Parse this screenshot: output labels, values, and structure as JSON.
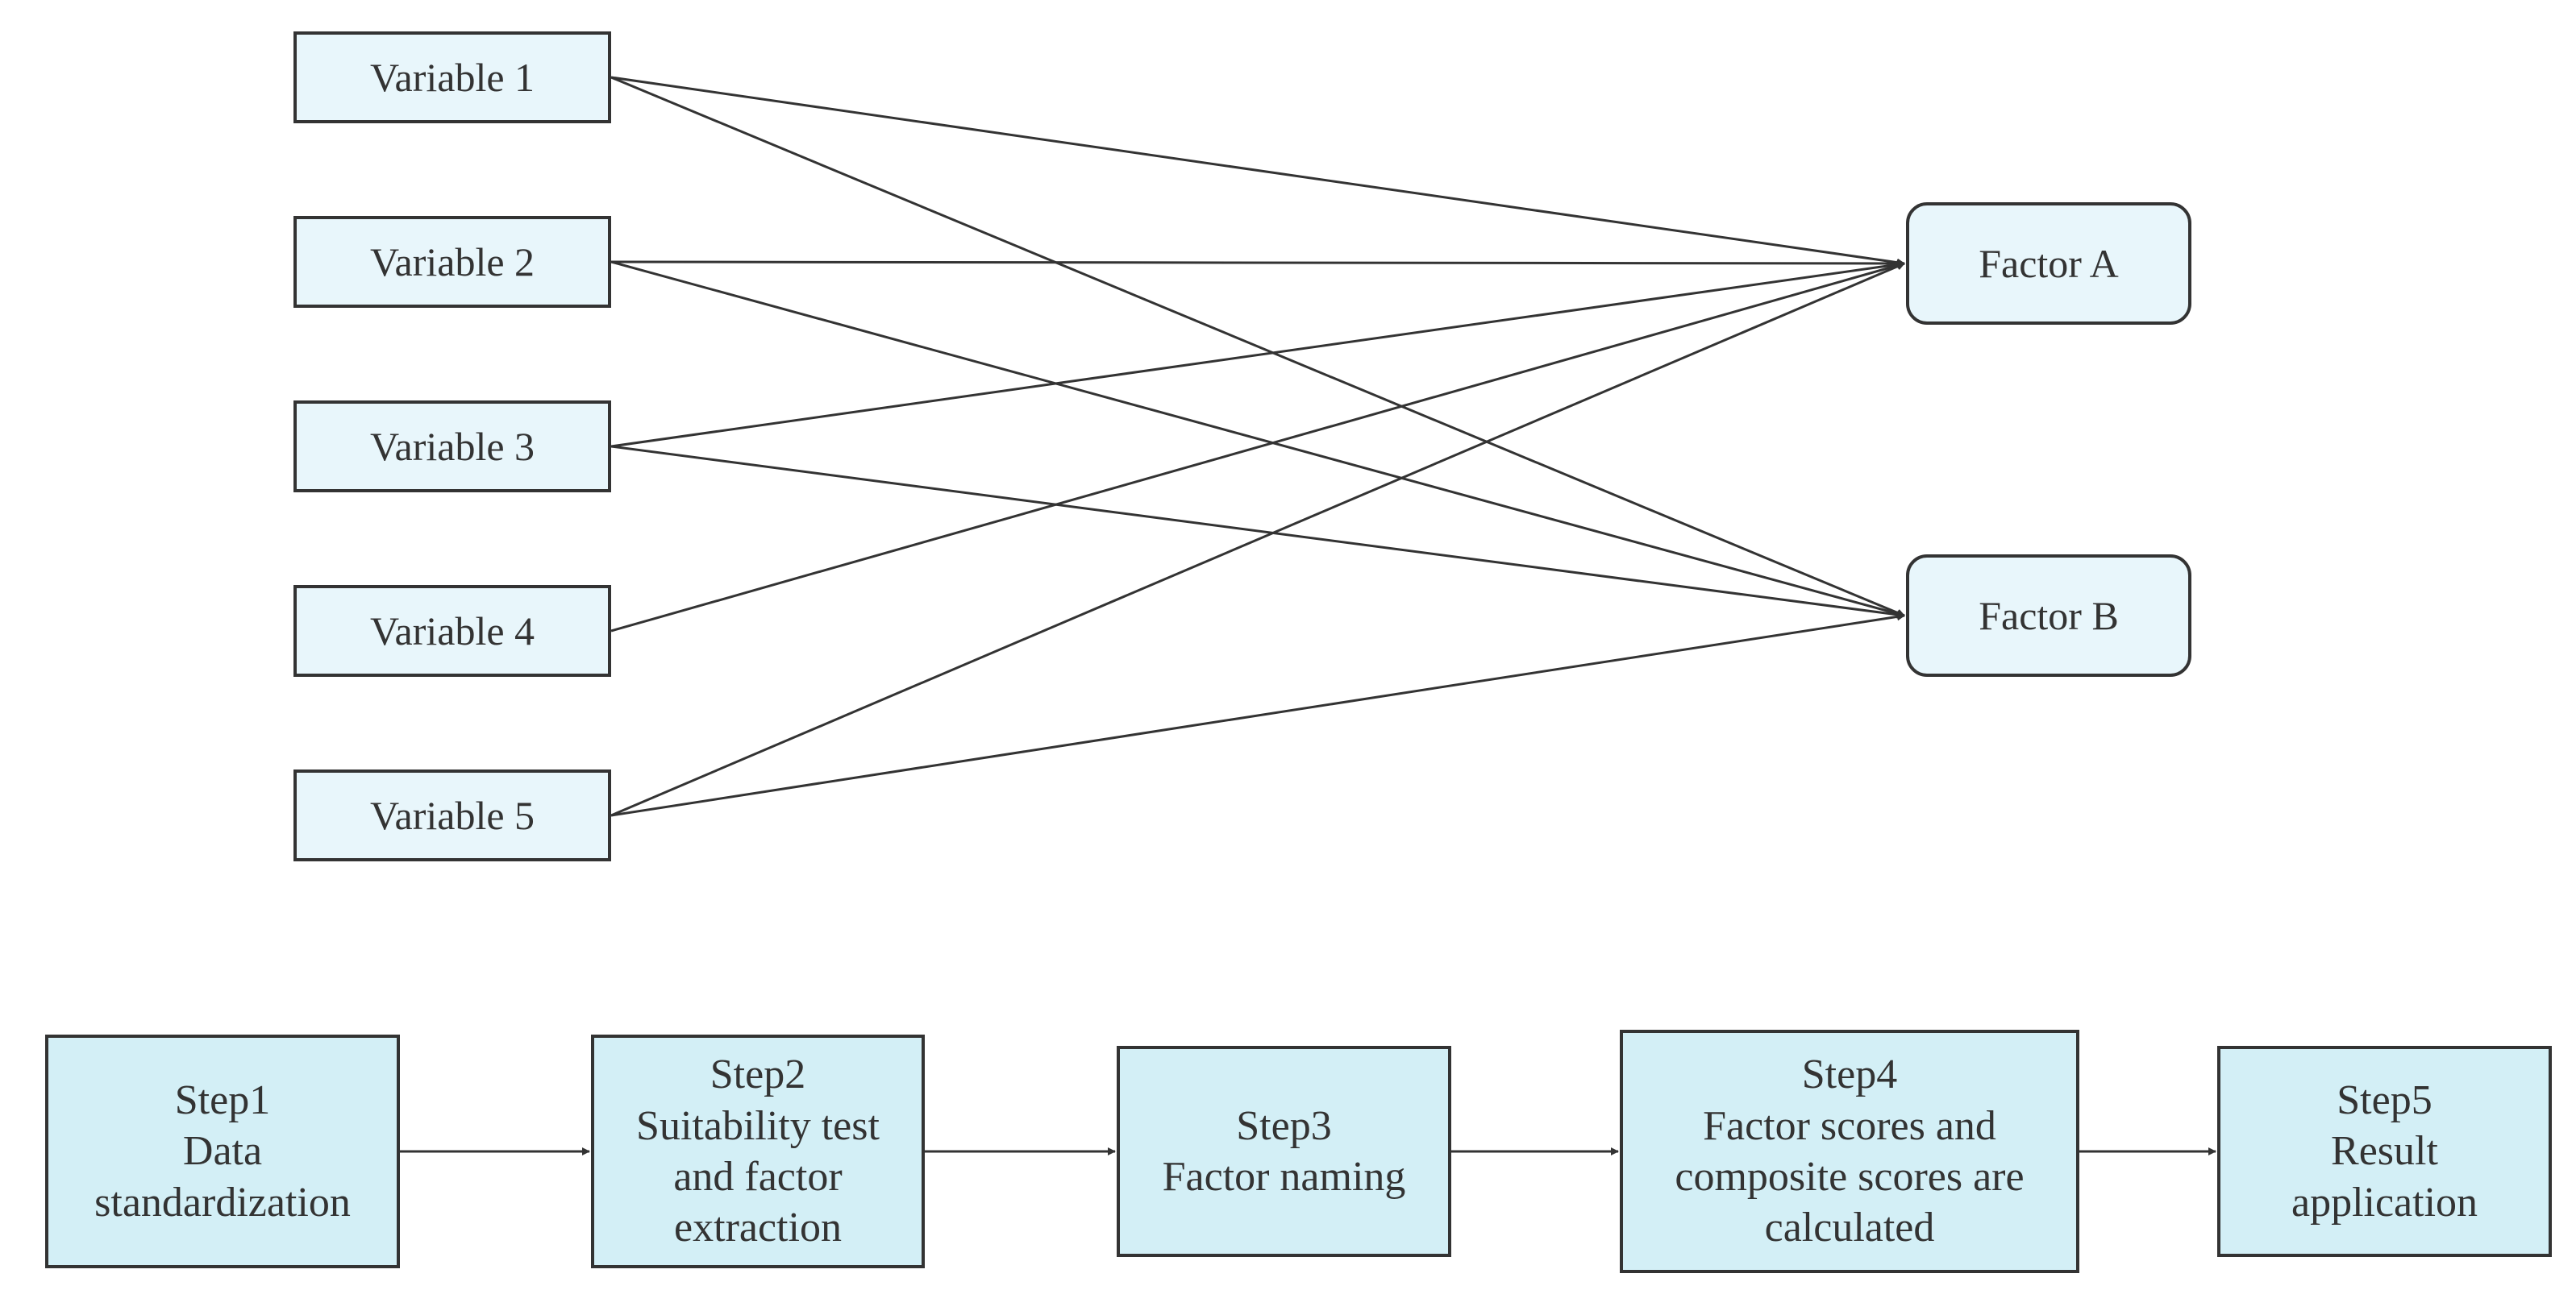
{
  "variables": [
    {
      "id": "v1",
      "label": "Variable 1"
    },
    {
      "id": "v2",
      "label": "Variable 2"
    },
    {
      "id": "v3",
      "label": "Variable 3"
    },
    {
      "id": "v4",
      "label": "Variable 4"
    },
    {
      "id": "v5",
      "label": "Variable 5"
    }
  ],
  "factors": [
    {
      "id": "fA",
      "label": "Factor A"
    },
    {
      "id": "fB",
      "label": "Factor B"
    }
  ],
  "loadings": [
    {
      "from": "v1",
      "to": "fA"
    },
    {
      "from": "v1",
      "to": "fB"
    },
    {
      "from": "v2",
      "to": "fA"
    },
    {
      "from": "v2",
      "to": "fB"
    },
    {
      "from": "v3",
      "to": "fA"
    },
    {
      "from": "v3",
      "to": "fB"
    },
    {
      "from": "v4",
      "to": "fA"
    },
    {
      "from": "v5",
      "to": "fA"
    },
    {
      "from": "v5",
      "to": "fB"
    }
  ],
  "steps": [
    {
      "id": "s1",
      "lines": [
        "Step1",
        "Data",
        "standardization"
      ]
    },
    {
      "id": "s2",
      "lines": [
        "Step2",
        "Suitability test",
        "and factor",
        "extraction"
      ]
    },
    {
      "id": "s3",
      "lines": [
        "Step3",
        "Factor naming"
      ]
    },
    {
      "id": "s4",
      "lines": [
        "Step4",
        "Factor scores and",
        "composite scores are",
        "calculated"
      ]
    },
    {
      "id": "s5",
      "lines": [
        "Step5",
        "Result",
        "application"
      ]
    }
  ],
  "colors": {
    "variable_fill": "#e8f6fb",
    "factor_fill": "#e8f6fb",
    "step_fill": "#d3eff6",
    "stroke": "#333333"
  }
}
